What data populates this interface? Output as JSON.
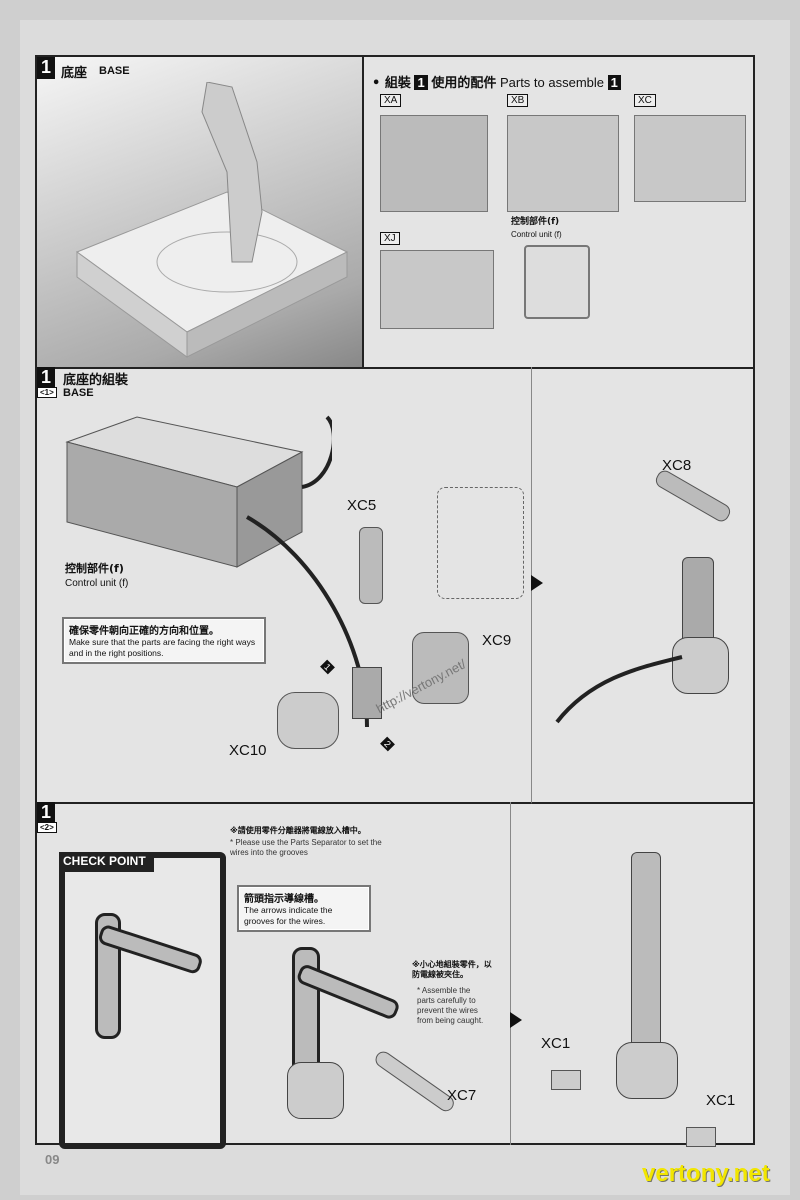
{
  "header": {
    "step_number": "1",
    "title_zh": "底座",
    "title_en": "BASE"
  },
  "parts": {
    "title_prefix": "• 組裝",
    "title_step": "1",
    "title_mid_zh": "使用的配件",
    "title_en": "Parts to assemble",
    "runners": [
      "XA",
      "XB",
      "XC",
      "XJ"
    ],
    "control_unit_zh": "控制部件(f)",
    "control_unit_en": "Control unit (f)"
  },
  "step1": {
    "number": "1",
    "sub": "<1>",
    "title_zh": "底座的組裝",
    "title_en": "BASE",
    "control_unit_zh": "控制部件(f)",
    "control_unit_en": "Control unit (f)",
    "callout_zh": "確保零件朝向正確的方向和位置。",
    "callout_en": "Make sure that the parts are facing the right ways and in the right positions.",
    "labels": {
      "xc5": "XC5",
      "xc9": "XC9",
      "xc10": "XC10",
      "xc8": "XC8",
      "arrow1": "1",
      "arrow2": "2"
    },
    "watermark": "http://vertony.net/"
  },
  "step2": {
    "number": "1",
    "sub": "<2>",
    "note1_zh": "※請使用零件分離器將電線放入槽中。",
    "note1_en": "* Please use the Parts Separator to set the wires into the grooves",
    "checkpoint": "CHECK POINT",
    "callout_zh": "箭頭指示導線槽。",
    "callout_en": "The arrows indicate the grooves for the wires.",
    "note2_zh": "※小心地組裝零件，以防電線被夾住。",
    "note2_en": "* Assemble the parts carefully to prevent the wires from being caught.",
    "labels": {
      "xc7": "XC7",
      "xc1a": "XC1",
      "xc1b": "XC1"
    }
  },
  "footer": {
    "page_number": "09",
    "watermark": "vertony.net"
  }
}
